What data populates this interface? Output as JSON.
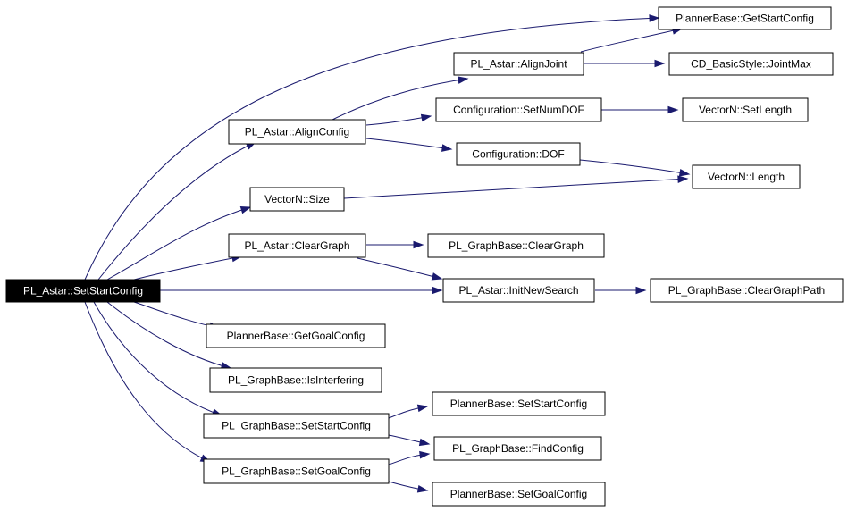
{
  "graph": {
    "root": "PL_Astar::SetStartConfig",
    "colors": {
      "edge": "#1a1a6e",
      "root_fill": "#000000",
      "root_text": "#ffffff",
      "node_border": "#000000"
    },
    "nodes": {
      "setstartconfig": "PL_Astar::SetStartConfig",
      "getstartconfig": "PlannerBase::GetStartConfig",
      "alignjoint": "PL_Astar::AlignJoint",
      "jointmax": "CD_BasicStyle::JointMax",
      "alignconfig": "PL_Astar::AlignConfig",
      "setnumdof": "Configuration::SetNumDOF",
      "setlength": "VectorN::SetLength",
      "dof": "Configuration::DOF",
      "length": "VectorN::Length",
      "size": "VectorN::Size",
      "cleargraph_astar": "PL_Astar::ClearGraph",
      "cleargraph_base": "PL_GraphBase::ClearGraph",
      "initnewsearch": "PL_Astar::InitNewSearch",
      "cleargraphpath": "PL_GraphBase::ClearGraphPath",
      "getgoalconfig": "PlannerBase::GetGoalConfig",
      "isinterfering": "PL_GraphBase::IsInterfering",
      "gb_setstartconfig": "PL_GraphBase::SetStartConfig",
      "pb_setstartconfig": "PlannerBase::SetStartConfig",
      "findconfig": "PL_GraphBase::FindConfig",
      "gb_setgoalconfig": "PL_GraphBase::SetGoalConfig",
      "pb_setgoalconfig": "PlannerBase::SetGoalConfig"
    },
    "edges": [
      [
        "setstartconfig",
        "getstartconfig"
      ],
      [
        "setstartconfig",
        "alignconfig"
      ],
      [
        "setstartconfig",
        "size"
      ],
      [
        "setstartconfig",
        "cleargraph_astar"
      ],
      [
        "setstartconfig",
        "initnewsearch"
      ],
      [
        "setstartconfig",
        "getgoalconfig"
      ],
      [
        "setstartconfig",
        "isinterfering"
      ],
      [
        "setstartconfig",
        "gb_setstartconfig"
      ],
      [
        "setstartconfig",
        "gb_setgoalconfig"
      ],
      [
        "alignconfig",
        "alignjoint"
      ],
      [
        "alignconfig",
        "setnumdof"
      ],
      [
        "alignconfig",
        "dof"
      ],
      [
        "alignjoint",
        "getstartconfig"
      ],
      [
        "alignjoint",
        "jointmax"
      ],
      [
        "setnumdof",
        "setlength"
      ],
      [
        "dof",
        "length"
      ],
      [
        "size",
        "length"
      ],
      [
        "cleargraph_astar",
        "cleargraph_base"
      ],
      [
        "cleargraph_astar",
        "initnewsearch"
      ],
      [
        "initnewsearch",
        "cleargraphpath"
      ],
      [
        "gb_setstartconfig",
        "pb_setstartconfig"
      ],
      [
        "gb_setstartconfig",
        "findconfig"
      ],
      [
        "gb_setgoalconfig",
        "findconfig"
      ],
      [
        "gb_setgoalconfig",
        "pb_setgoalconfig"
      ]
    ]
  }
}
